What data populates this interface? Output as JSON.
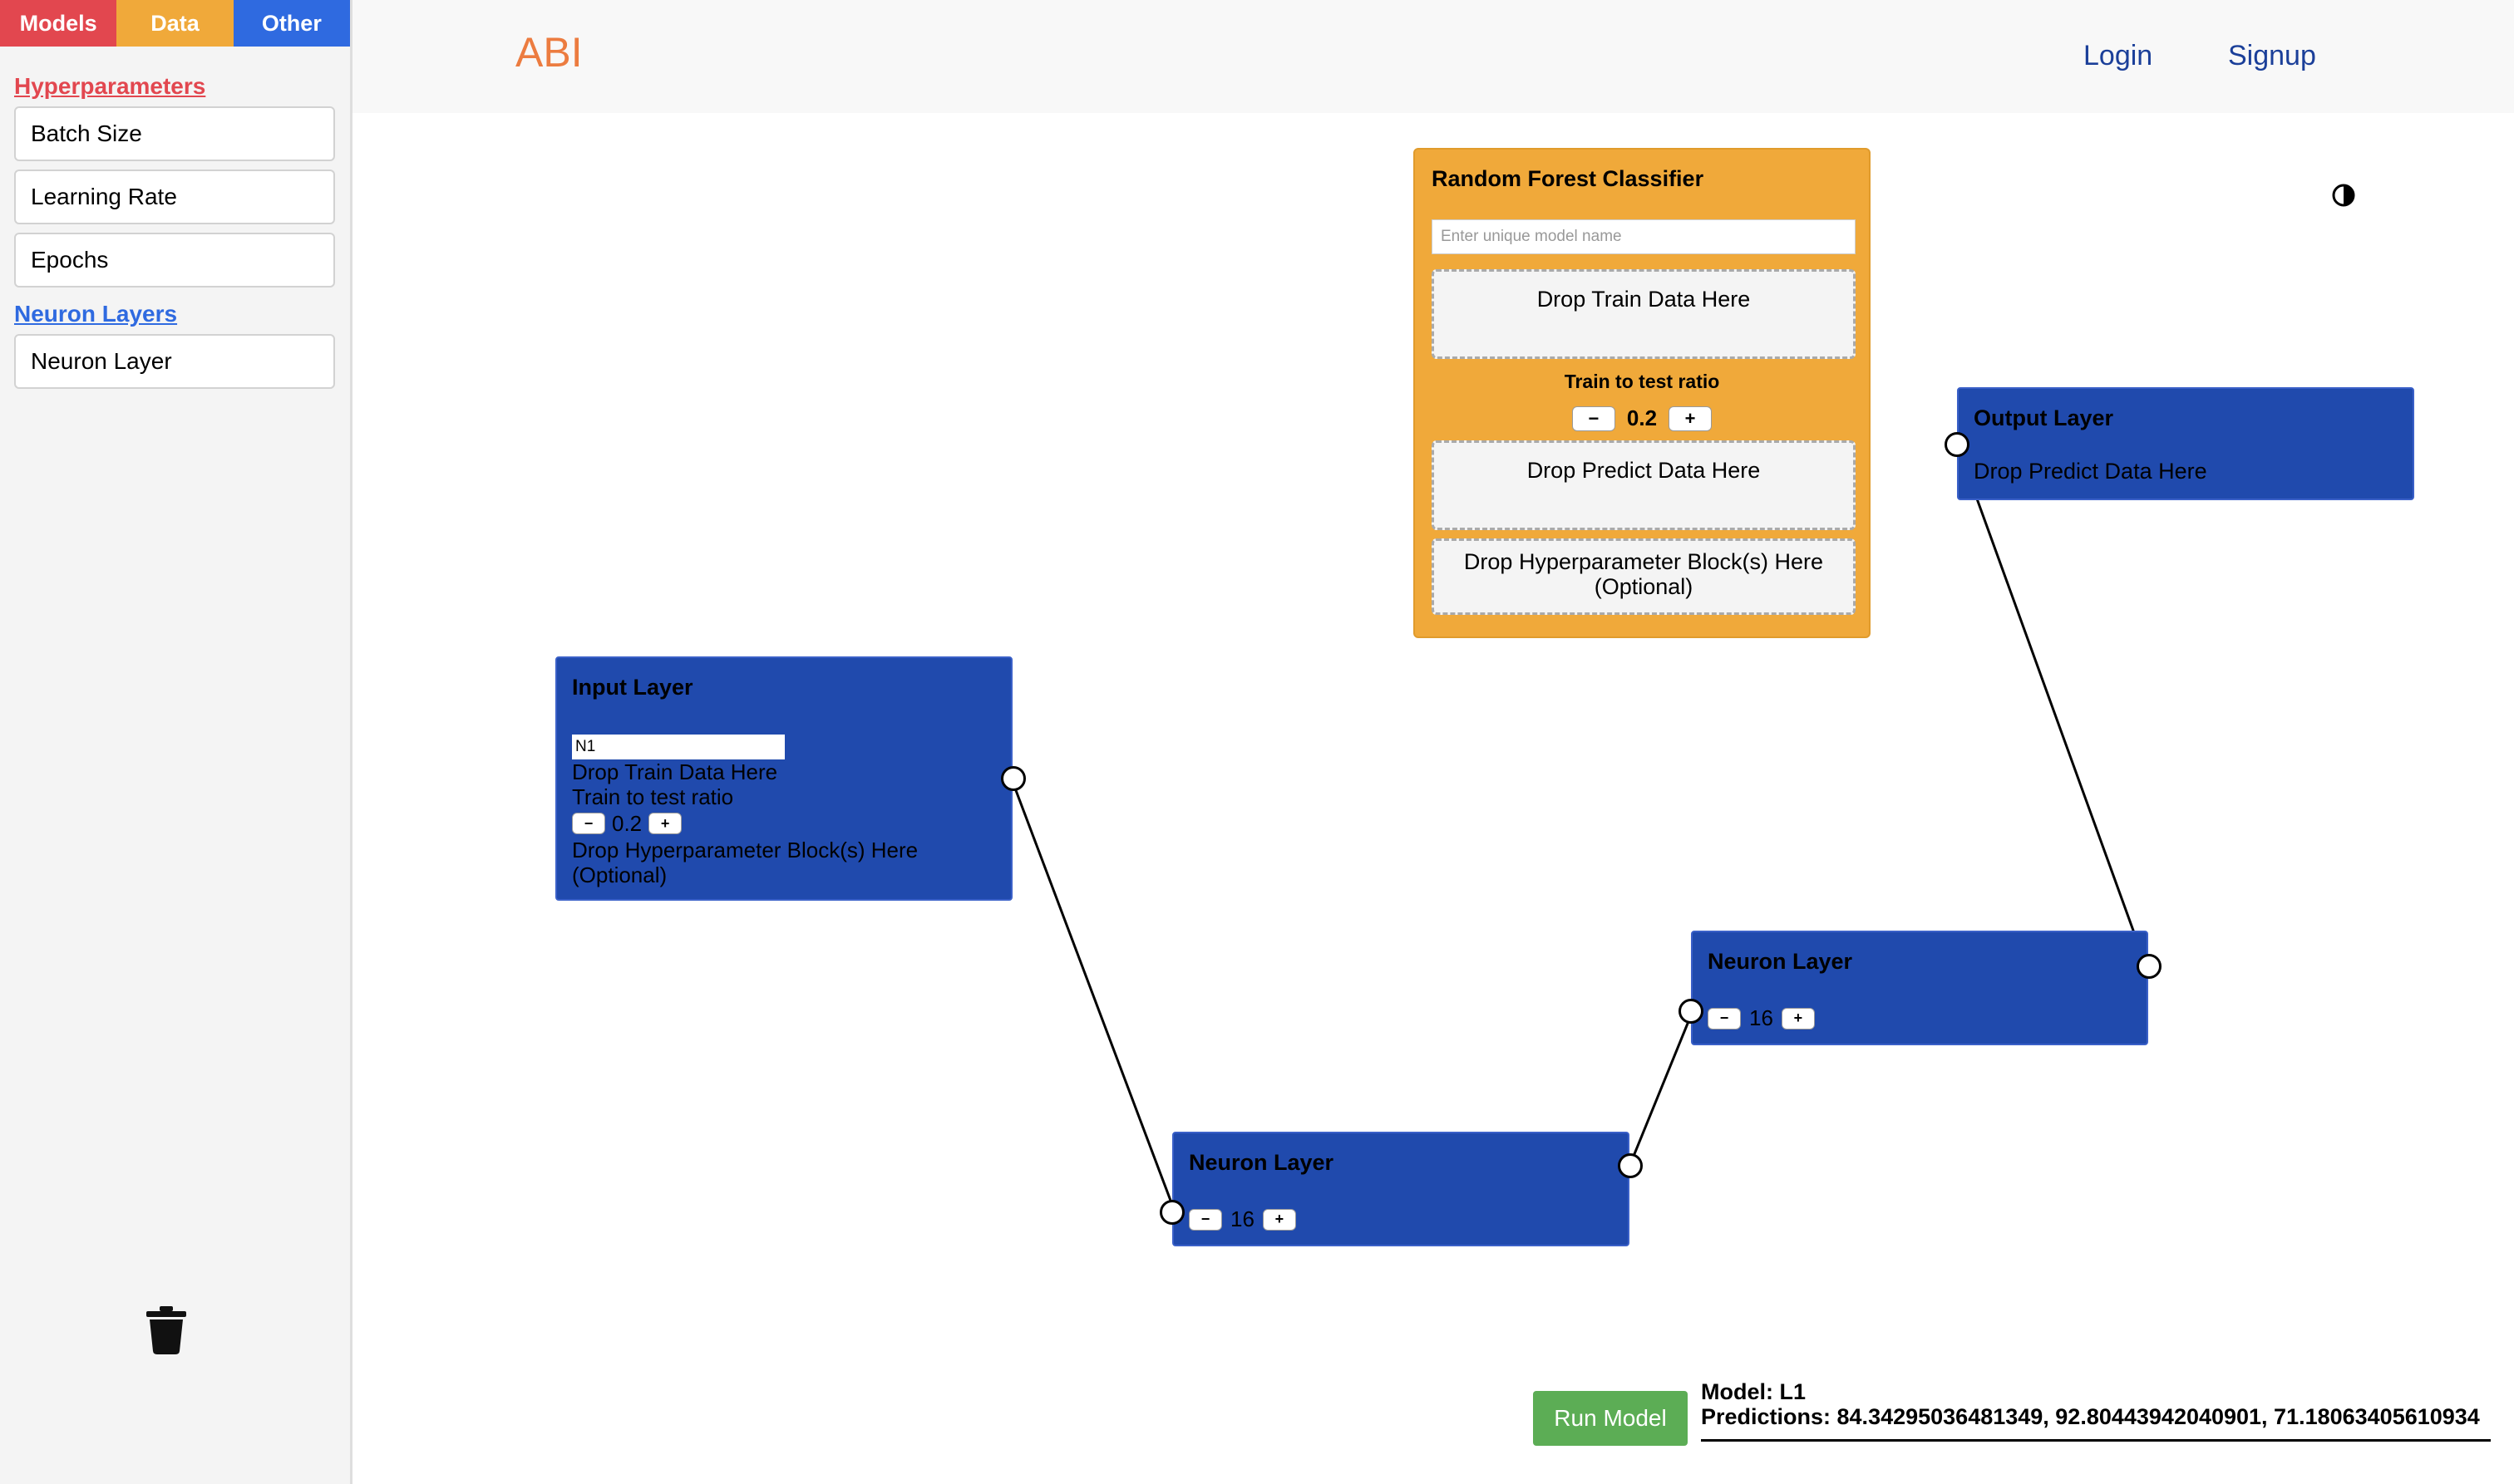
{
  "sidebar": {
    "tabs": [
      {
        "label": "Models",
        "color": "#e2474f"
      },
      {
        "label": "Data",
        "color": "#f0a93a"
      },
      {
        "label": "Other",
        "color": "#2f6ae0"
      }
    ],
    "hyperparameters": {
      "title": "Hyperparameters",
      "color": "#e2474f",
      "items": [
        "Batch Size",
        "Learning Rate",
        "Epochs"
      ]
    },
    "neuron_layers": {
      "title": "Neuron Layers",
      "color": "#2f6ae0",
      "items": [
        "Neuron Layer"
      ]
    },
    "trash_icon": "trash-icon"
  },
  "header": {
    "logo": "ABI",
    "login": "Login",
    "signup": "Signup"
  },
  "canvas": {
    "theme_icon": "half-circle-contrast-icon",
    "random_forest": {
      "title": "Random Forest Classifier",
      "name_placeholder": "Enter unique model name",
      "drop_train": "Drop Train Data Here",
      "ratio_label": "Train to test ratio",
      "ratio_value": "0.2",
      "minus": "−",
      "plus": "+",
      "drop_predict": "Drop Predict Data Here",
      "drop_hyper_line1": "Drop Hyperparameter Block(s) Here",
      "drop_hyper_line2": "(Optional)"
    },
    "input_layer": {
      "title": "Input Layer",
      "name_value": "N1",
      "drop_train": "Drop Train Data Here",
      "ratio_label": "Train to test ratio",
      "ratio_value": "0.2",
      "minus": "−",
      "plus": "+",
      "drop_hyper_line1": "Drop Hyperparameter Block(s) Here",
      "drop_hyper_line2": "(Optional)"
    },
    "neuron_layer_1": {
      "title": "Neuron Layer",
      "value": "16",
      "minus": "−",
      "plus": "+"
    },
    "neuron_layer_2": {
      "title": "Neuron Layer",
      "value": "16",
      "minus": "−",
      "plus": "+"
    },
    "output_layer": {
      "title": "Output Layer",
      "drop_predict": "Drop Predict Data Here"
    }
  },
  "footer": {
    "run_button": "Run Model",
    "model_line": "Model: L1",
    "predictions_line": "Predictions: 84.34295036481349, 92.80443942040901, 71.18063405610934"
  }
}
